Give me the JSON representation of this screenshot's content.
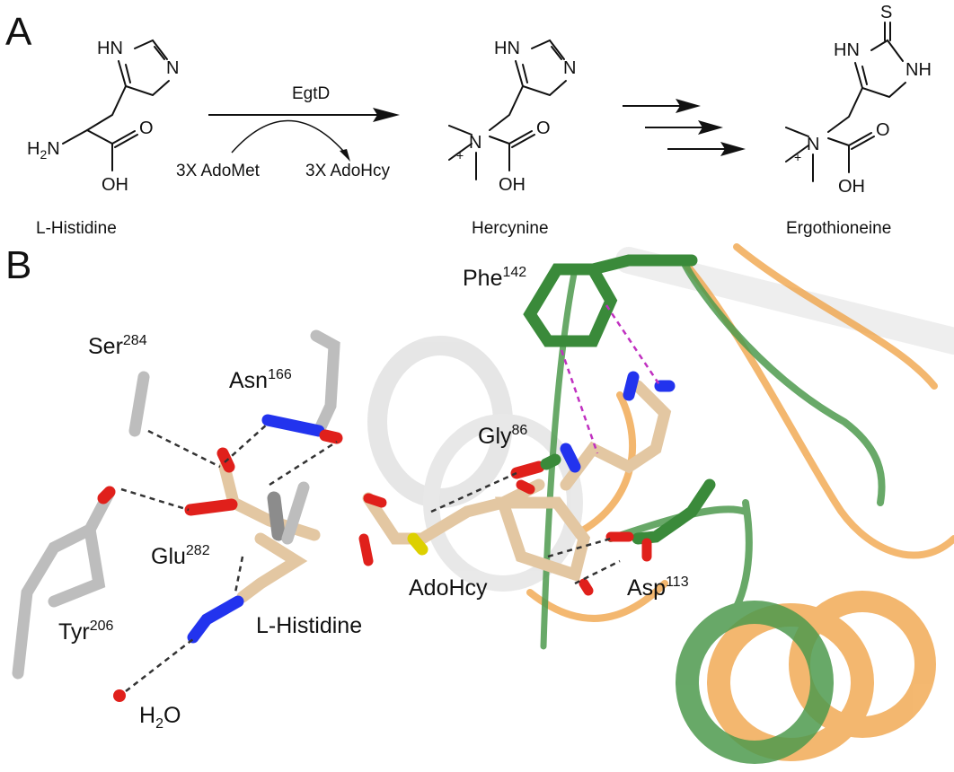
{
  "panel_a": {
    "label": "A",
    "enzyme": "EgtD",
    "cofactor_in": "3X AdoMet",
    "cofactor_out": "3X AdoHcy",
    "molecules": [
      {
        "name": "L-Histidine"
      },
      {
        "name": "Hercynine"
      },
      {
        "name": "Ergothioneine"
      }
    ],
    "atoms": {
      "hn": "HN",
      "n": "N",
      "nh": "NH",
      "oh": "OH",
      "o": "O",
      "s": "S",
      "h2n": "H2N",
      "plus": "+"
    }
  },
  "panel_b": {
    "label": "B",
    "residues": [
      {
        "base": "Phe",
        "num": "142"
      },
      {
        "base": "Ser",
        "num": "284"
      },
      {
        "base": "Asn",
        "num": "166"
      },
      {
        "base": "Gly",
        "num": "86"
      },
      {
        "base": "Glu",
        "num": "282"
      },
      {
        "base": "Tyr",
        "num": "206"
      },
      {
        "base": "Asp",
        "num": "113"
      }
    ],
    "ligands": [
      "AdoHcy",
      "L-Histidine"
    ],
    "water": {
      "base": "H",
      "sub": "2",
      "rest": "O"
    }
  },
  "colors": {
    "carbon_gray": "#bdbdbd",
    "carbon_wheat": "#e3c7a2",
    "oxygen": "#e0201b",
    "nitrogen": "#2233ee",
    "sulfur": "#ddd000",
    "ribbon_green": "#4e9a4e",
    "ribbon_orange": "#f0a040",
    "pi_contact": "#c030c0"
  }
}
